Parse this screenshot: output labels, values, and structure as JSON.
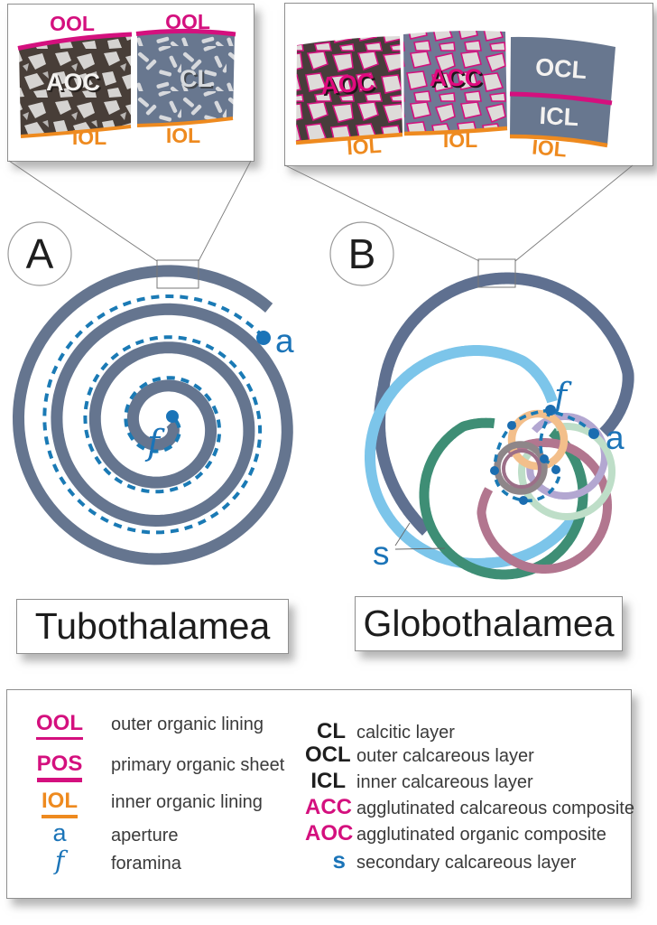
{
  "inset_left": {
    "panels": [
      {
        "top_label": "OOL",
        "body_label": "AOC",
        "bottom_label": "IOL"
      },
      {
        "top_label": "OOL",
        "body_label": "CL",
        "bottom_label": "IOL"
      }
    ]
  },
  "inset_right": {
    "panels": [
      {
        "body_label": "AOC",
        "bottom_label": "IOL"
      },
      {
        "body_label": "ACC",
        "bottom_label": "IOL"
      },
      {
        "upper_label": "OCL",
        "lower_label": "ICL",
        "bottom_label": "IOL"
      }
    ]
  },
  "diagram_a": {
    "letter": "A",
    "title": "Tubothalamea",
    "aperture_label": "a",
    "foramina_label": "f"
  },
  "diagram_b": {
    "letter": "B",
    "title": "Globothalamea",
    "aperture_label": "a",
    "foramina_label": "f",
    "secondary_label": "s"
  },
  "legend": {
    "left_items": [
      {
        "term": "OOL",
        "desc": "outer organic lining"
      },
      {
        "term": "POS",
        "desc": "primary organic sheet"
      },
      {
        "term": "IOL",
        "desc": "inner organic lining"
      },
      {
        "term": "a",
        "desc": "aperture"
      },
      {
        "term": "f",
        "desc": "foramina"
      }
    ],
    "right_items": [
      {
        "term": "CL",
        "desc": "calcitic layer"
      },
      {
        "term": "OCL",
        "desc": "outer calcareous layer"
      },
      {
        "term": "ICL",
        "desc": "inner calcareous layer"
      },
      {
        "term": "ACC",
        "desc": "agglutinated calcareous composite"
      },
      {
        "term": "AOC",
        "desc": "agglutinated organic composite"
      },
      {
        "term": "s",
        "desc": "secondary calcareous layer"
      }
    ]
  },
  "colors": {
    "magenta": "#d4107e",
    "orange": "#ee8a1f",
    "blue": "#1b74b8",
    "slate": "#65758f",
    "sky": "#7cc5ea",
    "teal": "#3e8e75",
    "rose": "#b2768f",
    "mint": "#bedec8",
    "lavender": "#b3a7d1",
    "pale_orange": "#f3bf8b",
    "gray_ring": "#8e8689",
    "mauve_ring": "#9c6f88",
    "aoc_background": "#483e38",
    "cl_background": "#68778f",
    "acc_background": "#6f7894",
    "clast": "#d9d6d4"
  }
}
